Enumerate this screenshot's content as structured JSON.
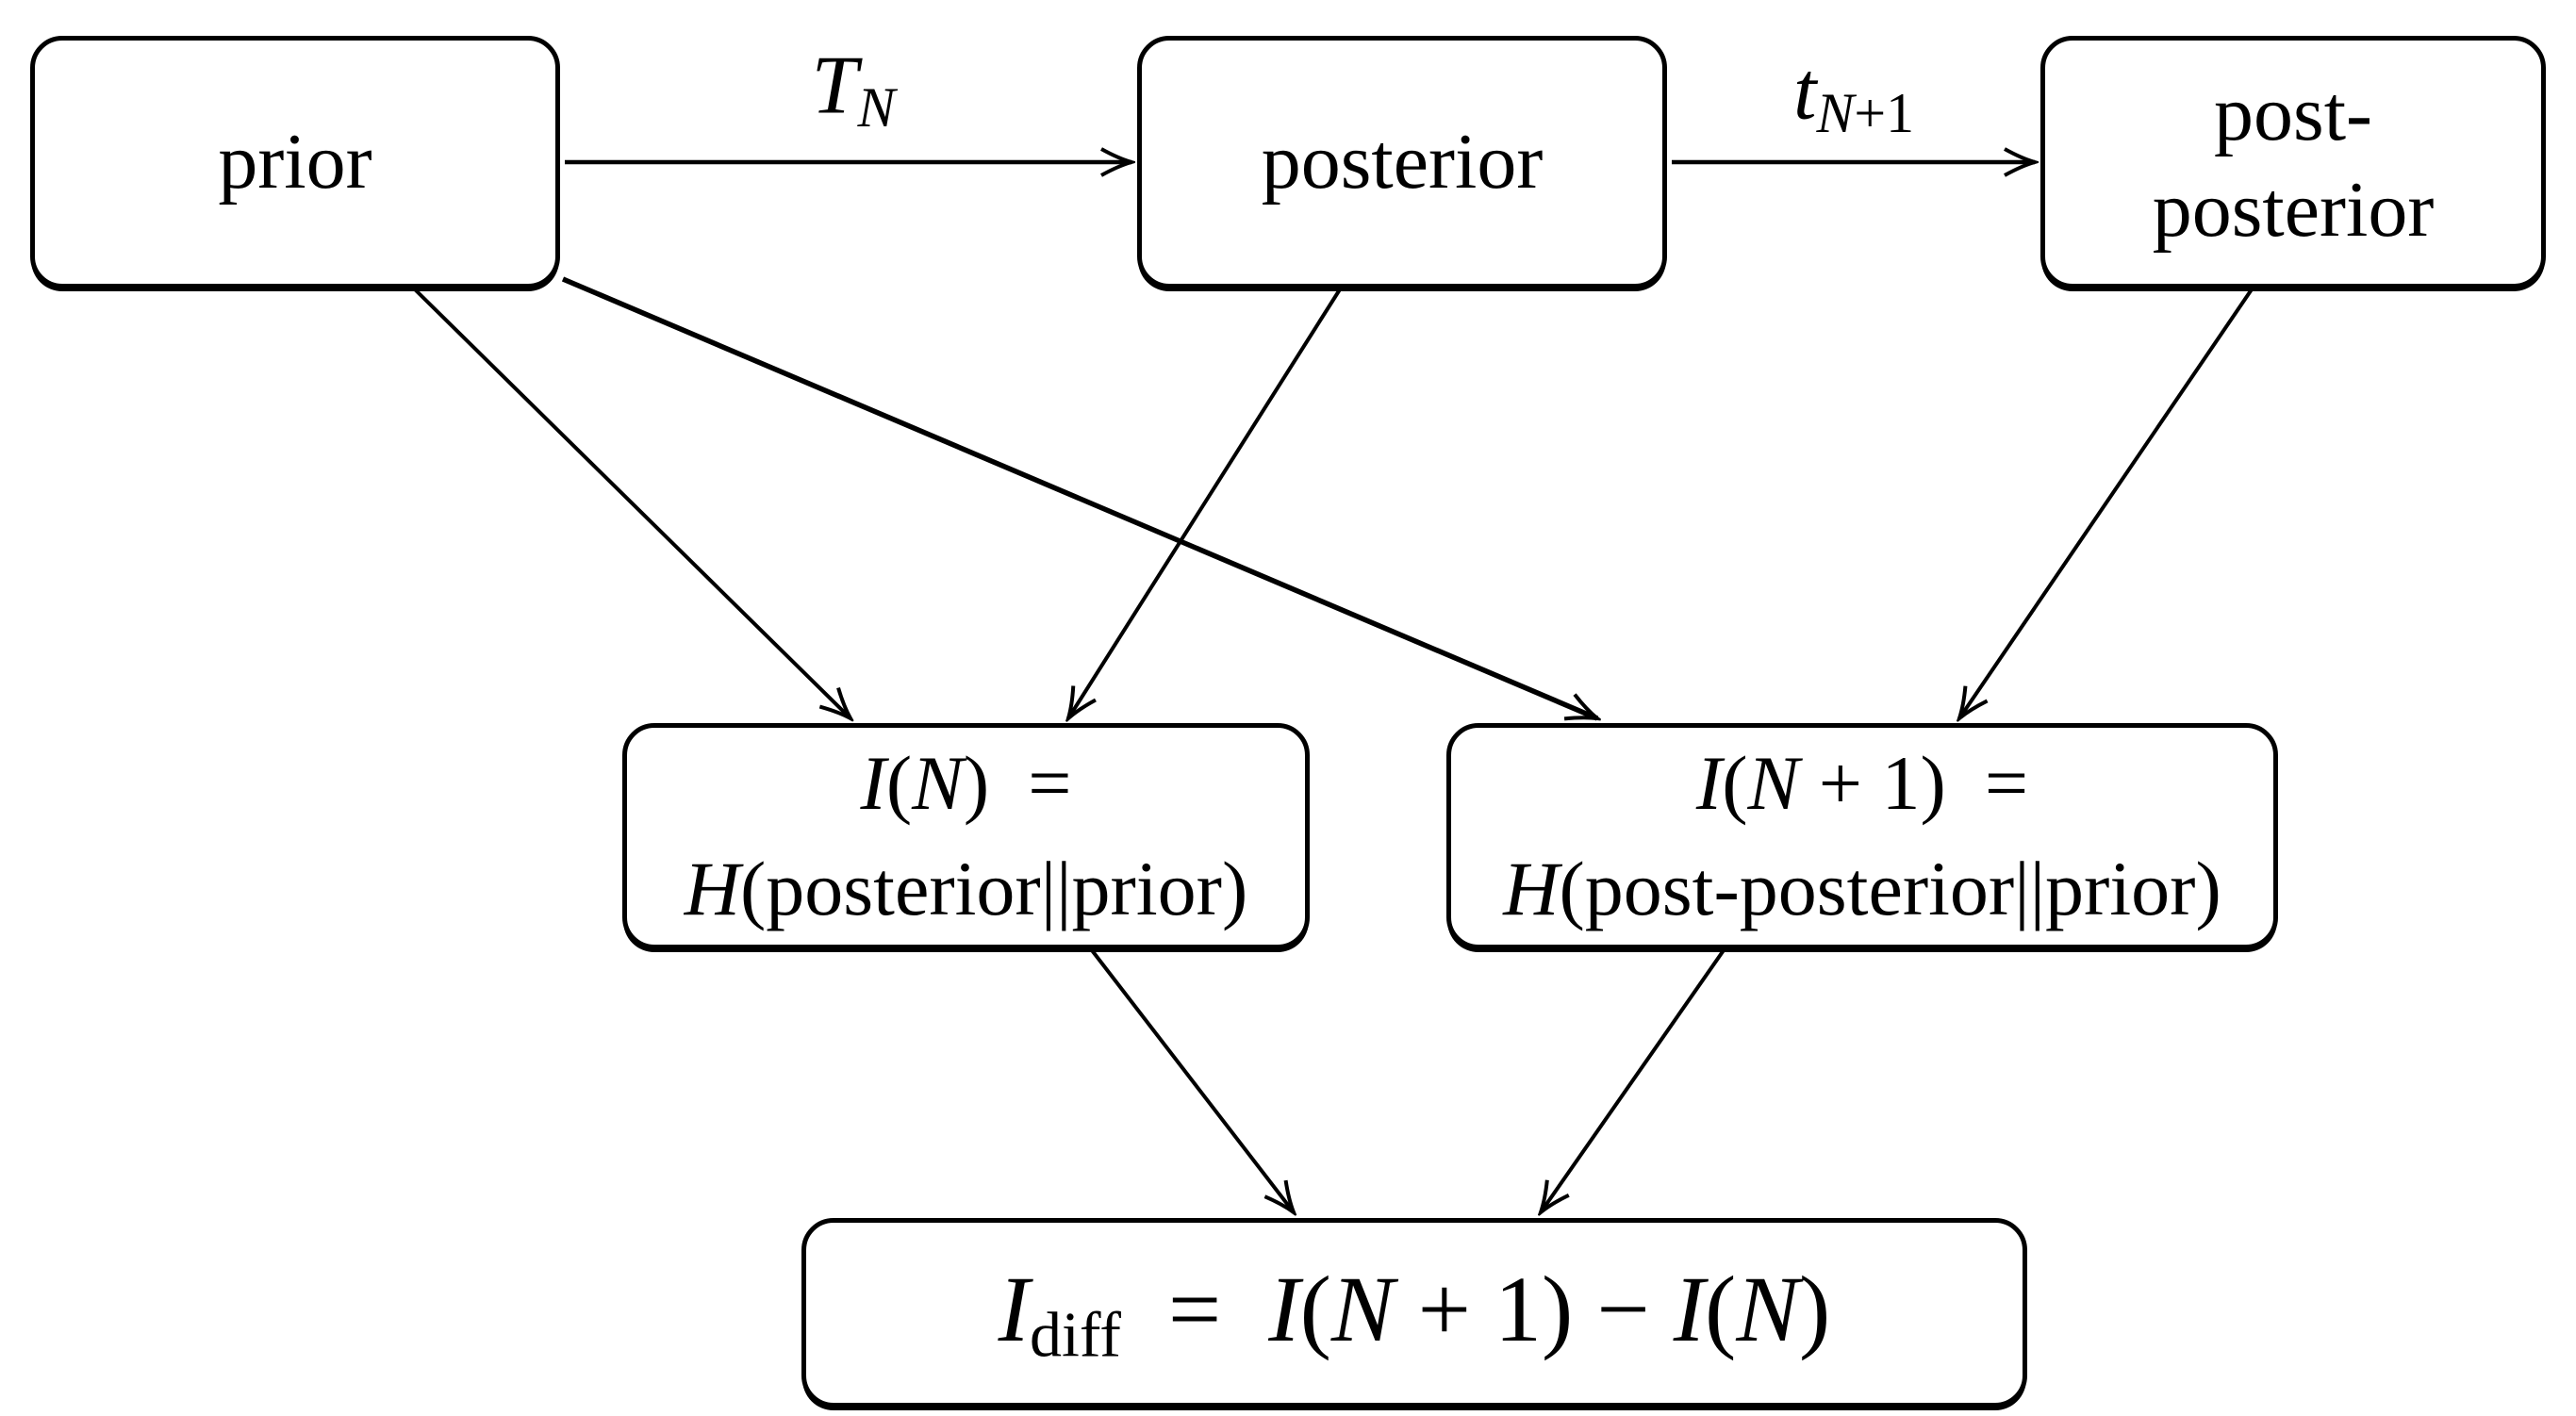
{
  "diagram": {
    "background_color": "#ffffff",
    "line_color": "#000000",
    "nodes": {
      "prior": {
        "label": "prior"
      },
      "posterior": {
        "label": "posterior"
      },
      "post_posterior": {
        "line1": "post-",
        "line2": "posterior"
      },
      "i_n": {
        "line1_parts": [
          {
            "t": "I",
            "s": "it"
          },
          {
            "t": "(",
            "s": "rm"
          },
          {
            "t": "N",
            "s": "it"
          },
          {
            "t": ")",
            "s": "rm"
          },
          {
            "t": " =",
            "s": "rm"
          }
        ],
        "line2_parts": [
          {
            "t": "H",
            "s": "it"
          },
          {
            "t": "(posterior||prior)",
            "s": "rm"
          }
        ]
      },
      "i_n_plus_1": {
        "line1_parts": [
          {
            "t": "I",
            "s": "it"
          },
          {
            "t": "(",
            "s": "rm"
          },
          {
            "t": "N",
            "s": "it"
          },
          {
            "t": " + 1)",
            "s": "rm"
          },
          {
            "t": " =",
            "s": "rm"
          }
        ],
        "line2_parts": [
          {
            "t": "H",
            "s": "it"
          },
          {
            "t": "(post-posterior||prior)",
            "s": "rm"
          }
        ]
      },
      "i_diff": {
        "formula_parts": [
          {
            "t": "I",
            "s": "it"
          },
          {
            "t": "diff",
            "s": "sub"
          },
          {
            "t": " = ",
            "s": "rm"
          },
          {
            "t": "I",
            "s": "it"
          },
          {
            "t": "(",
            "s": "rm"
          },
          {
            "t": "N",
            "s": "it"
          },
          {
            "t": " + 1) − ",
            "s": "rm"
          },
          {
            "t": "I",
            "s": "it"
          },
          {
            "t": "(",
            "s": "rm"
          },
          {
            "t": "N",
            "s": "it"
          },
          {
            "t": ")",
            "s": "rm"
          }
        ]
      }
    },
    "edge_labels": {
      "t_upper": {
        "base_parts": [
          {
            "t": "T",
            "s": "it"
          }
        ],
        "sub_parts": [
          {
            "t": "N",
            "s": "it"
          }
        ]
      },
      "t_lower": {
        "base_parts": [
          {
            "t": "t",
            "s": "it"
          }
        ],
        "sub_parts": [
          {
            "t": "N",
            "s": "it"
          },
          {
            "t": "+1",
            "s": "rm"
          }
        ]
      }
    },
    "edges": [
      {
        "from": "prior",
        "to": "posterior",
        "label": "T_N"
      },
      {
        "from": "posterior",
        "to": "post-posterior",
        "label": "t_N+1"
      },
      {
        "from": "prior",
        "to": "I(N)",
        "label": ""
      },
      {
        "from": "prior",
        "to": "I(N+1)",
        "label": ""
      },
      {
        "from": "posterior",
        "to": "I(N)",
        "label": ""
      },
      {
        "from": "post-posterior",
        "to": "I(N+1)",
        "label": ""
      },
      {
        "from": "I(N)",
        "to": "I_diff",
        "label": ""
      },
      {
        "from": "I(N+1)",
        "to": "I_diff",
        "label": ""
      }
    ]
  }
}
